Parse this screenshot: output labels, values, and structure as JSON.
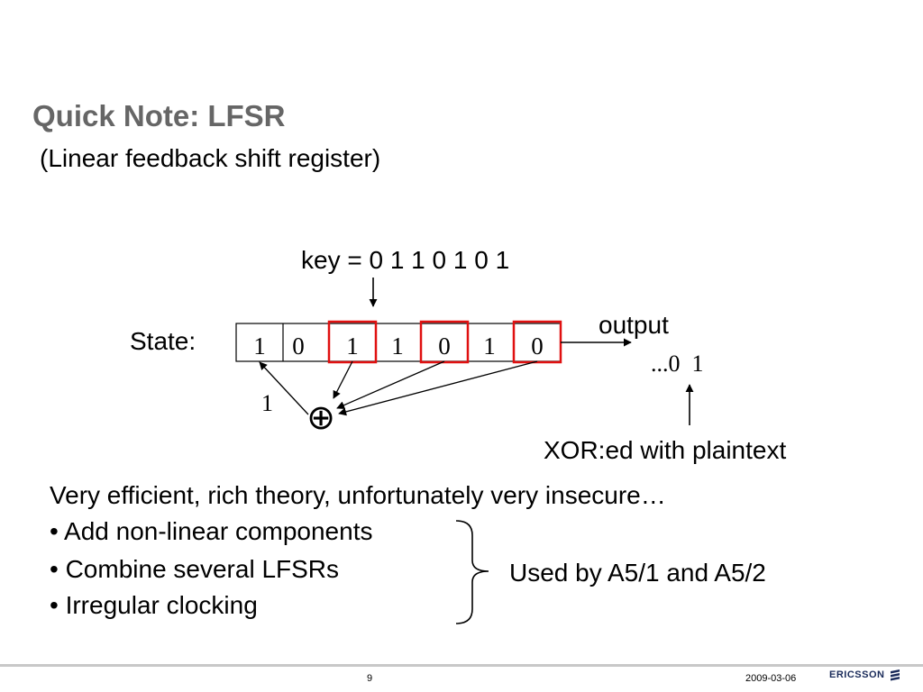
{
  "slide": {
    "title": "Quick Note: LFSR",
    "subtitle": "(Linear feedback shift register)"
  },
  "diagram": {
    "key_label": "key = 0 1 1 0 1 0 1",
    "state_label": "State:",
    "cells": [
      "1",
      "0",
      "1",
      "1",
      "0",
      "1",
      "0"
    ],
    "tapped_cells": [
      2,
      4,
      6
    ],
    "feedback_bit": "1",
    "xor_symbol": "⊕",
    "output_label": "output",
    "output_stream": "...0  1",
    "xor_note": "XOR:ed with plaintext",
    "tap_color": "#e01010"
  },
  "body": {
    "lead": "Very efficient, rich theory, unfortunately very insecure…",
    "bullets": [
      "• Add non-linear components",
      "• Combine several LFSRs",
      "• Irregular clocking"
    ],
    "used_by": "Used by A5/1 and A5/2"
  },
  "footer": {
    "page": "9",
    "date": "2009-03-06",
    "brand": "ERICSSON"
  }
}
